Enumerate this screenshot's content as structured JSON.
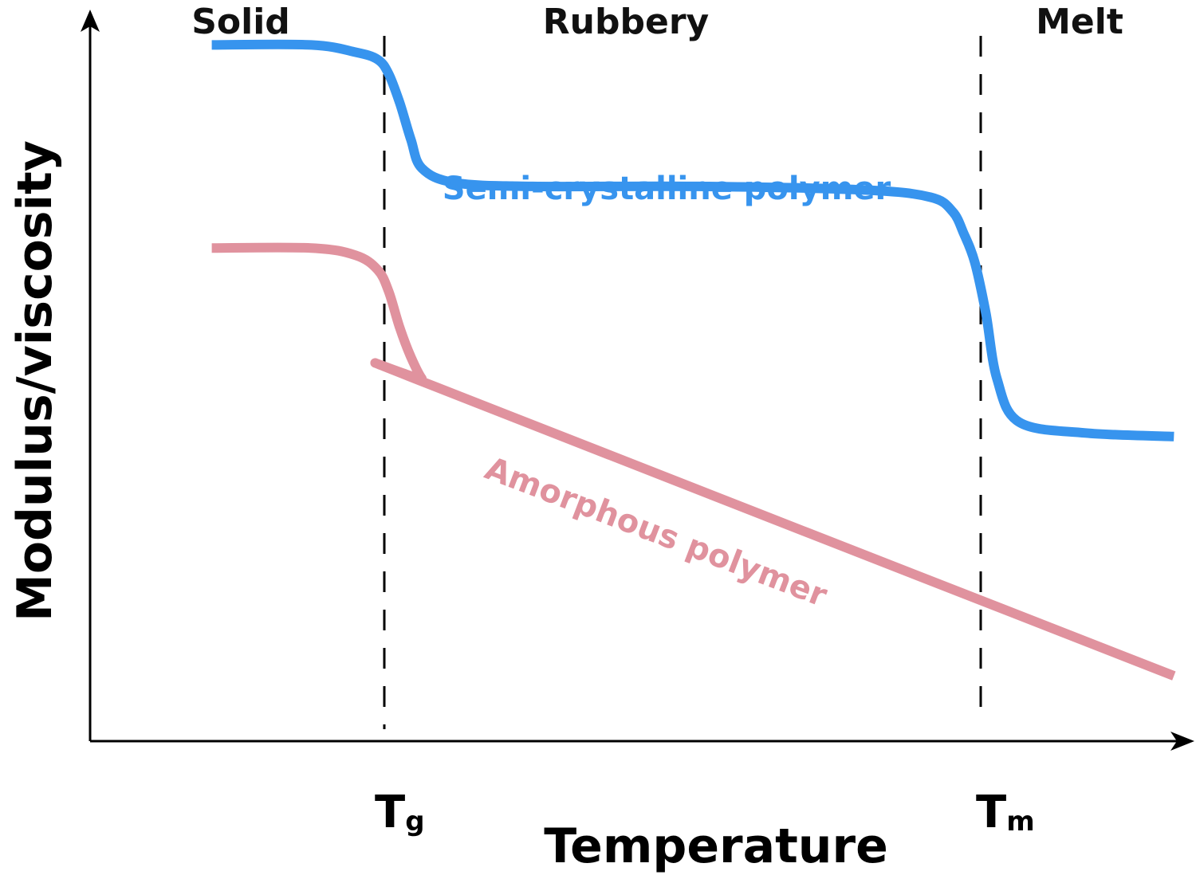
{
  "chart_data": {
    "type": "line",
    "xlabel": "Temperature",
    "ylabel": "Modulus/viscosity",
    "regions": [
      "Solid",
      "Rubbery",
      "Melt"
    ],
    "markers": [
      {
        "main": "T",
        "sub": "g",
        "x": 0.28
      },
      {
        "main": "T",
        "sub": "m",
        "x": 0.8
      }
    ],
    "xlim": [
      0,
      1
    ],
    "ylim": [
      0,
      1
    ],
    "grid": false,
    "legend": "none",
    "series": [
      {
        "name": "Semi-crystalline polymer",
        "color": "#3794ee",
        "x": [
          0.11,
          0.2,
          0.24,
          0.26,
          0.27,
          0.28,
          0.29,
          0.3,
          0.33,
          0.4,
          0.55,
          0.7,
          0.76,
          0.78,
          0.79,
          0.8,
          0.81,
          0.82,
          0.84,
          0.9,
          0.98
        ],
        "y": [
          0.96,
          0.96,
          0.95,
          0.94,
          0.92,
          0.88,
          0.83,
          0.79,
          0.77,
          0.765,
          0.765,
          0.76,
          0.75,
          0.73,
          0.7,
          0.66,
          0.59,
          0.5,
          0.44,
          0.425,
          0.42
        ]
      },
      {
        "name": "Amorphous polymer",
        "color": "#e0929e",
        "x": [
          0.11,
          0.2,
          0.24,
          0.26,
          0.27,
          0.28,
          0.29,
          0.3,
          0.31,
          0.98
        ],
        "y": [
          0.68,
          0.68,
          0.67,
          0.65,
          0.62,
          0.57,
          0.53,
          0.5,
          0.49,
          0.09
        ]
      }
    ]
  }
}
